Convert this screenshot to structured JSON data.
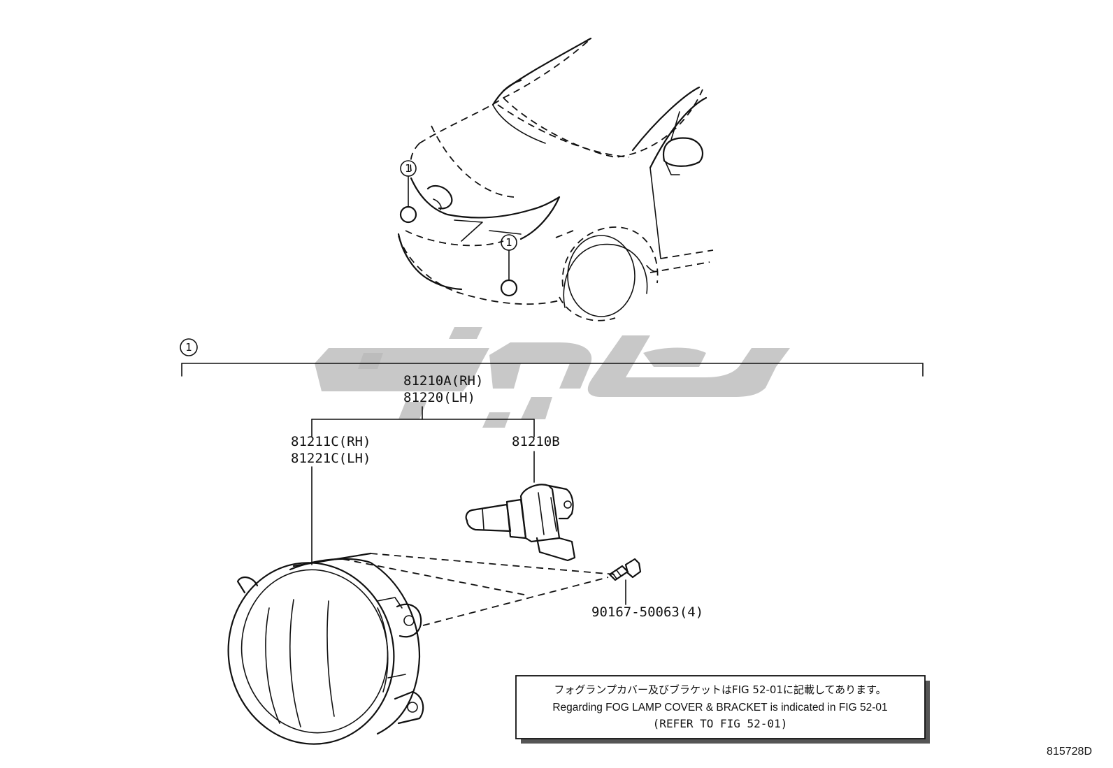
{
  "callouts": {
    "ref_number": "1"
  },
  "labels": {
    "assembly_rh": "81210A(RH)",
    "assembly_lh": "81220(LH)",
    "housing_rh": "81211C(RH)",
    "housing_lh": "81221C(LH)",
    "bulb": "81210B",
    "screw": "90167-50063(4)"
  },
  "note": {
    "jp": "フォグランプカバー及びブラケットはFIG 52-01に記載してあります。",
    "en": "Regarding FOG LAMP COVER & BRACKET is indicated in FIG 52-01",
    "ref": "(REFER TO FIG 52-01)"
  },
  "figure_id": "815728D"
}
